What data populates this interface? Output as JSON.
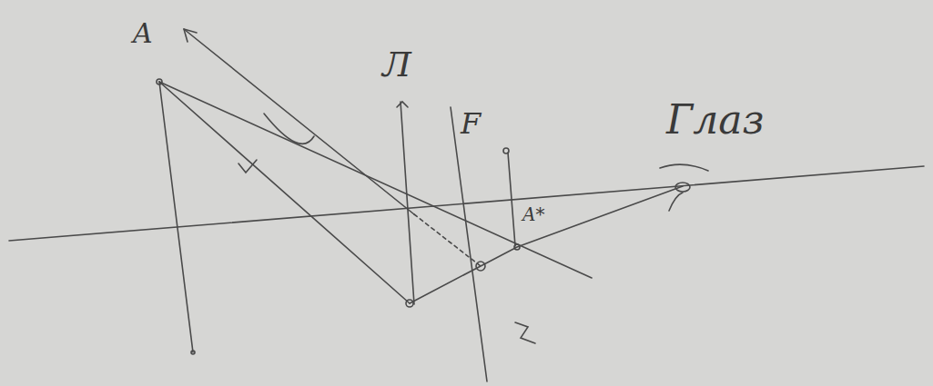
{
  "diagram": {
    "labels": [
      "A",
      "Л",
      "F",
      "A*",
      "Глаз"
    ]
  }
}
